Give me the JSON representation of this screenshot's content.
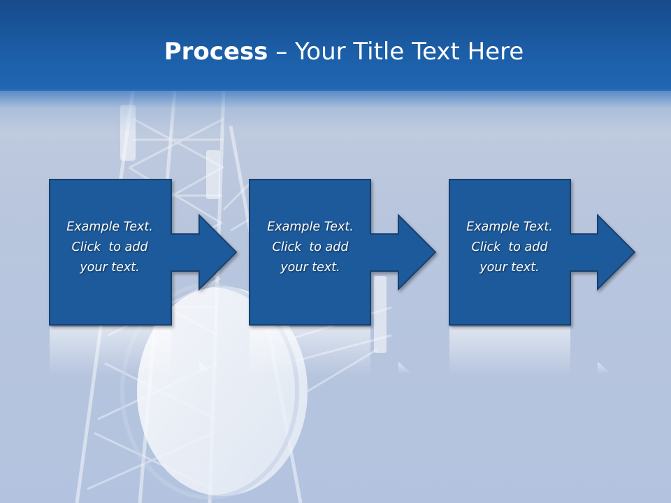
{
  "slide": {
    "title_bold": "Process",
    "title_rest": " – Your Title Text Here"
  },
  "steps": [
    {
      "line1": "Example Text.",
      "line2": "Click  to add",
      "line3": "your text."
    },
    {
      "line1": "Example Text.",
      "line2": "Click  to add",
      "line3": "your text."
    },
    {
      "line1": "Example Text.",
      "line2": "Click  to add",
      "line3": "your text."
    }
  ],
  "colors": {
    "header": "#1c5fa8",
    "box_fill": "#1f5a9b",
    "box_border": "#16406f",
    "background": "#bcc8dd"
  }
}
